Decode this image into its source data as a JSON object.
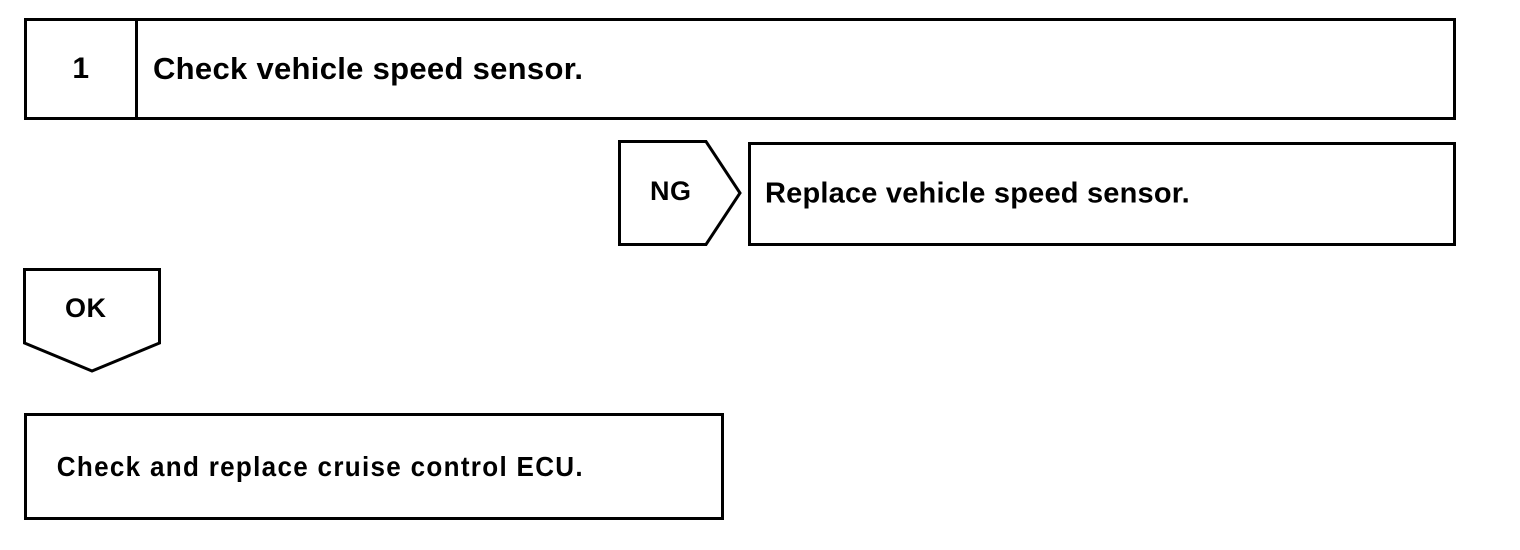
{
  "diagram": {
    "type": "troubleshooting-flowchart",
    "colors": {
      "line": "#000000",
      "background": "#ffffff",
      "text": "#000000"
    },
    "step": {
      "number": "1",
      "title": "Check vehicle speed sensor."
    },
    "branches": {
      "ng": {
        "label": "NG",
        "action": "Replace vehicle speed sensor."
      },
      "ok": {
        "label": "OK",
        "action": "Check and replace cruise control ECU."
      }
    }
  }
}
